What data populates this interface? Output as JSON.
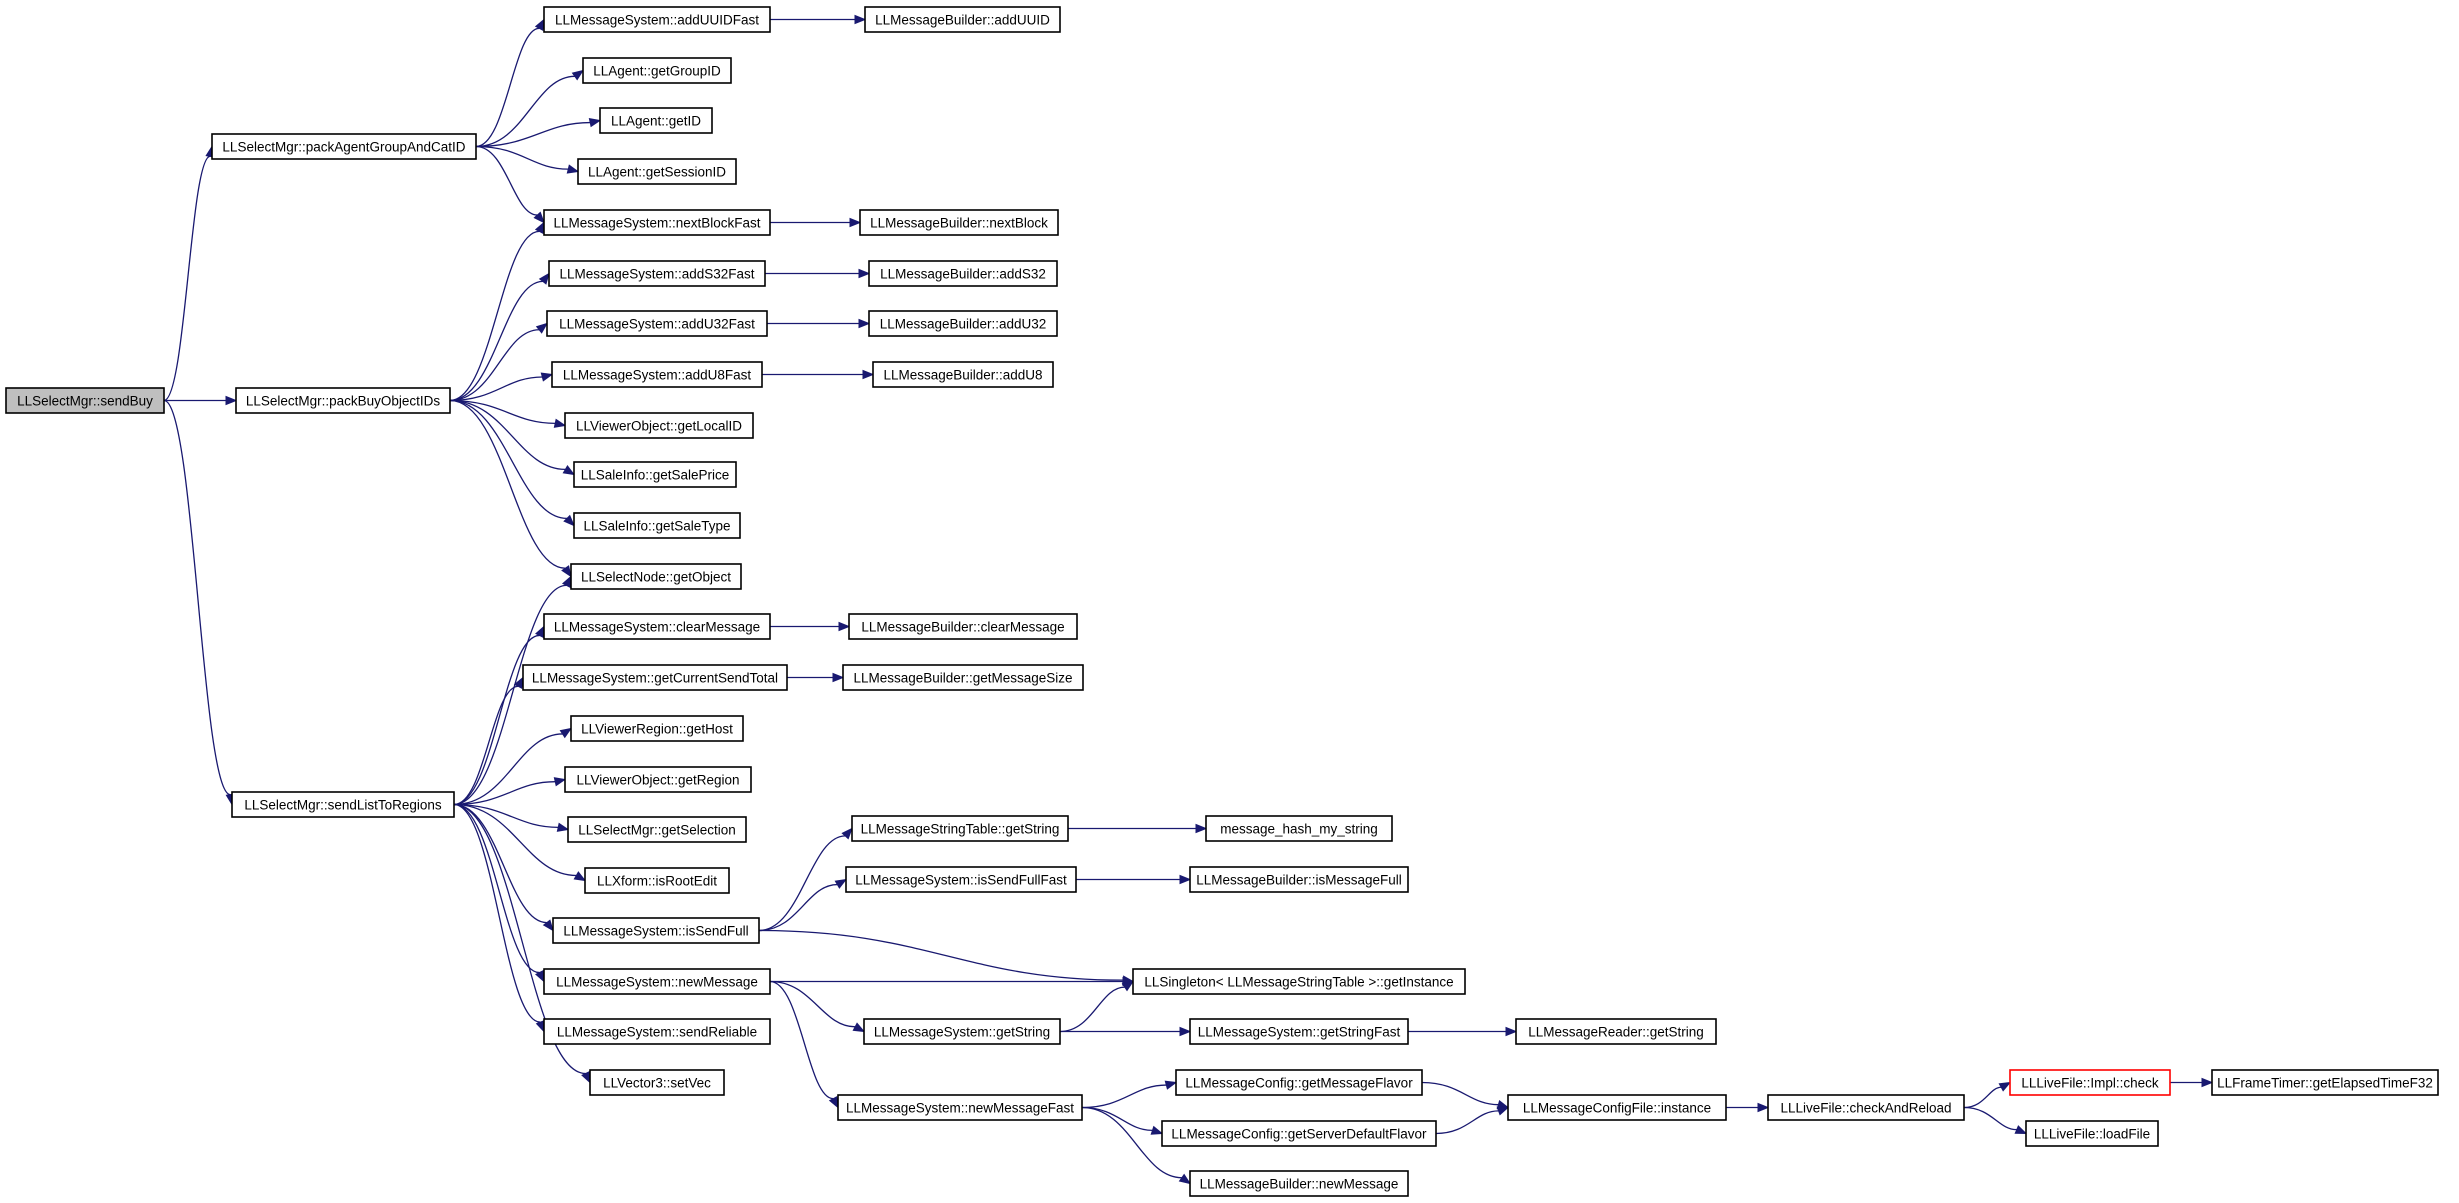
{
  "colors": {
    "edge": "#191970",
    "node_border": "#000000",
    "root_fill": "#bfbfbf",
    "truncated_border": "#ff0000",
    "background": "#ffffff"
  },
  "nodes": {
    "sendBuy": "LLSelectMgr::sendBuy",
    "packAgentGroupAndCatID": "LLSelectMgr::packAgentGroupAndCatID",
    "packBuyObjectIDs": "LLSelectMgr::packBuyObjectIDs",
    "sendListToRegions": "LLSelectMgr::sendListToRegions",
    "addUUIDFast": "LLMessageSystem::addUUIDFast",
    "mbAddUUID": "LLMessageBuilder::addUUID",
    "getGroupID": "LLAgent::getGroupID",
    "getID": "LLAgent::getID",
    "getSessionID": "LLAgent::getSessionID",
    "nextBlockFast": "LLMessageSystem::nextBlockFast",
    "mbNextBlock": "LLMessageBuilder::nextBlock",
    "addS32Fast": "LLMessageSystem::addS32Fast",
    "mbAddS32": "LLMessageBuilder::addS32",
    "addU32Fast": "LLMessageSystem::addU32Fast",
    "mbAddU32": "LLMessageBuilder::addU32",
    "addU8Fast": "LLMessageSystem::addU8Fast",
    "mbAddU8": "LLMessageBuilder::addU8",
    "getLocalID": "LLViewerObject::getLocalID",
    "getSalePrice": "LLSaleInfo::getSalePrice",
    "getSaleType": "LLSaleInfo::getSaleType",
    "getObject": "LLSelectNode::getObject",
    "clearMessage": "LLMessageSystem::clearMessage",
    "mbClearMessage": "LLMessageBuilder::clearMessage",
    "getCurrentSendTotal": "LLMessageSystem::getCurrentSendTotal",
    "mbGetMessageSize": "LLMessageBuilder::getMessageSize",
    "getHost": "LLViewerRegion::getHost",
    "getRegion": "LLViewerObject::getRegion",
    "getSelection": "LLSelectMgr::getSelection",
    "isRootEdit": "LLXform::isRootEdit",
    "isSendFull": "LLMessageSystem::isSendFull",
    "newMessage": "LLMessageSystem::newMessage",
    "sendReliable": "LLMessageSystem::sendReliable",
    "setVec": "LLVector3::setVec",
    "mstGetString": "LLMessageStringTable::getString",
    "hashString": "message_hash_my_string",
    "isSendFullFast": "LLMessageSystem::isSendFullFast",
    "mbIsMessageFull": "LLMessageBuilder::isMessageFull",
    "singletonGetInstance": "LLSingleton< LLMessageStringTable >::getInstance",
    "msGetString": "LLMessageSystem::getString",
    "getStringFast": "LLMessageSystem::getStringFast",
    "mrGetString": "LLMessageReader::getString",
    "newMessageFast": "LLMessageSystem::newMessageFast",
    "getMessageFlavor": "LLMessageConfig::getMessageFlavor",
    "getServerDefaultFlavor": "LLMessageConfig::getServerDefaultFlavor",
    "mbNewMessage": "LLMessageBuilder::newMessage",
    "configInstance": "LLMessageConfigFile::instance",
    "checkAndReload": "LLLiveFile::checkAndReload",
    "implCheck": "LLLiveFile::Impl::check",
    "loadFile": "LLLiveFile::loadFile",
    "getElapsedTimeF32": "LLFrameTimer::getElapsedTimeF32"
  }
}
